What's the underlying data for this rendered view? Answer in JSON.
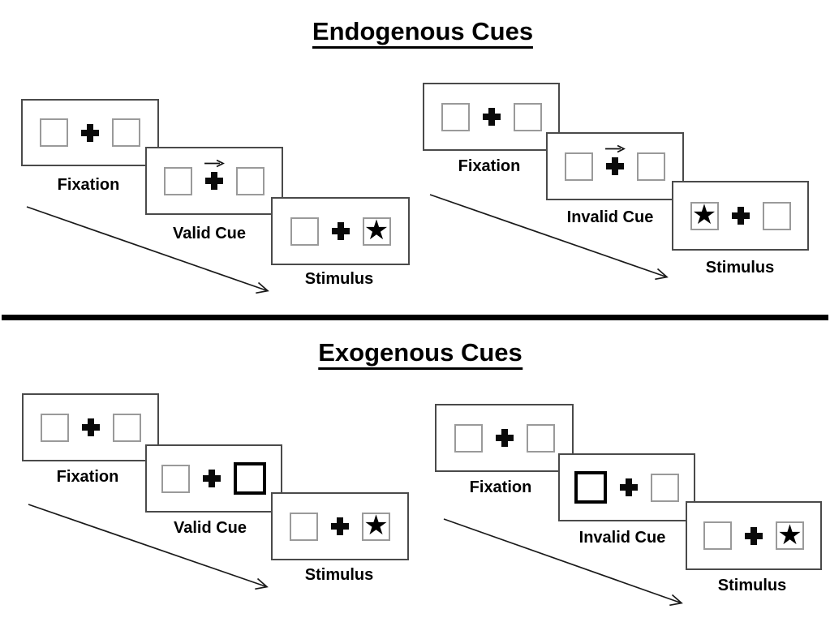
{
  "endogenous": {
    "title": "Endogenous Cues",
    "valid": {
      "fixation_label": "Fixation",
      "cue_label": "Valid Cue",
      "stimulus_label": "Stimulus",
      "cue_direction": "right",
      "stimulus_location": "right"
    },
    "invalid": {
      "fixation_label": "Fixation",
      "cue_label": "Invalid Cue",
      "stimulus_label": "Stimulus",
      "cue_direction": "right",
      "stimulus_location": "left"
    }
  },
  "exogenous": {
    "title": "Exogenous Cues",
    "valid": {
      "fixation_label": "Fixation",
      "cue_label": "Valid Cue",
      "stimulus_label": "Stimulus",
      "cue_location": "right",
      "stimulus_location": "right"
    },
    "invalid": {
      "fixation_label": "Fixation",
      "cue_label": "Invalid Cue",
      "stimulus_label": "Stimulus",
      "cue_location": "left",
      "stimulus_location": "right"
    }
  },
  "symbols": {
    "star": "★"
  },
  "colors": {
    "frame_border": "#4a4a4a",
    "box_border": "#9a9a9a",
    "ink": "#000000"
  }
}
